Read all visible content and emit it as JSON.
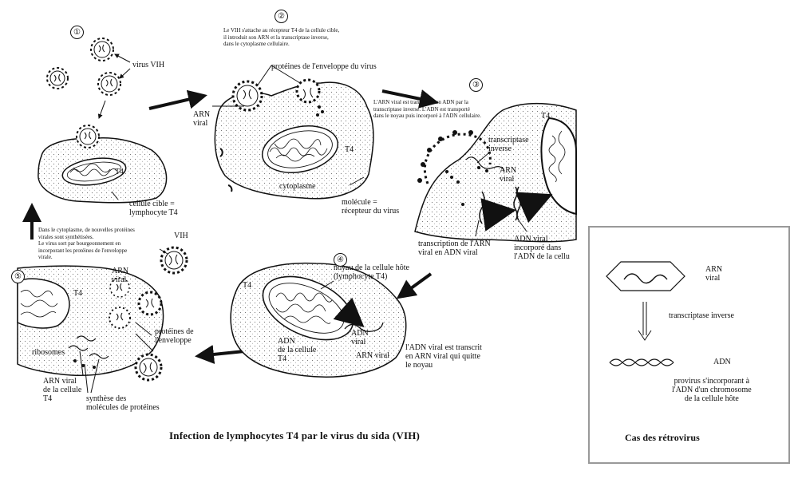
{
  "steps": {
    "s1": {
      "number": "①",
      "virus_label": "virus VIH",
      "cell_label": "cellule cible =\nlymphocyte T4",
      "t4": "T4"
    },
    "s2": {
      "number": "②",
      "text": "Le VIH s'attache au récepteur T4 de la cellule cible,\nil introduit son ARN et la transcriptase inverse,\ndans le cytoplasme cellulaire.",
      "envelope": "protéines de l'enveloppe du virus",
      "arn": "ARN\nviral",
      "t4": "T4",
      "cytoplasm": "cytoplasme",
      "receptor": "molécule =\nrécepteur du virus"
    },
    "s3": {
      "number": "③",
      "text": "L'ARN viral est transformé en ADN par la\ntranscriptase inverse. L'ADN est transporté\ndans le noyau puis incorporé à l'ADN cellulaire.",
      "t4": "T4",
      "rt": "transcriptase\ninverse",
      "arn": "ARN\nviral",
      "transcription": "transcription de l'ARN\nviral en ADN viral",
      "adn": "ADN viral\nincorporé dans\nl'ADN de la cellu"
    },
    "s4": {
      "number": "④",
      "nucleus": "noyau de la cellule hôte\n(lymphocyte T4)",
      "t4": "T4",
      "adn_cell": "ADN\nde la cellule\nT4",
      "adn_viral": "ADN\nviral",
      "arn": "ARN viral",
      "text": "l'ADN viral est transcrit\nen ARN viral qui quitte\nle noyau"
    },
    "s5": {
      "number": "⑤",
      "text": "Dans le cytoplasme, de nouvelles protéines\nvirales sont synthétisées.\nLe virus sort par bourgeonnement en\nincorporant les protéines de l'enveloppe\nvirale.",
      "vih": "VIH",
      "arn": "ARN\nviral",
      "t4": "T4",
      "envelope": "protéines de\nl'enveloppe",
      "ribosomes": "ribosomes",
      "arn_cell": "ARN viral\nde la cellule\nT4",
      "synthesis": "synthèse des\nmolécules de protéines"
    }
  },
  "caption": "Infection de lymphocytes T4 par le virus du sida  (VIH)",
  "retro": {
    "arn": "ARN\nviral",
    "rt": "transcriptase inverse",
    "adn": "ADN",
    "provirus": "provirus s'incorporant à\nl'ADN d'un chromosome\nde la cellule hôte",
    "title": "Cas des rétrovirus"
  }
}
